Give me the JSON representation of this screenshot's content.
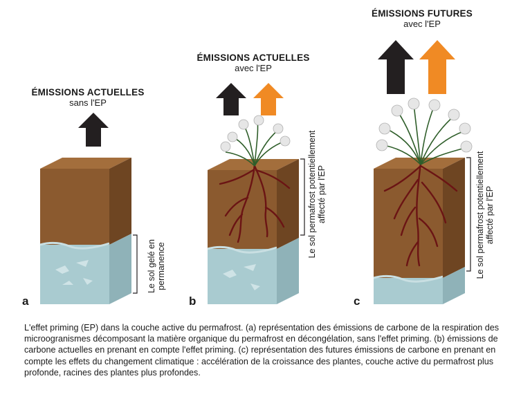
{
  "panels": [
    {
      "letter": "a",
      "heading": {
        "title": "ÉMISSIONS ACTUELLES",
        "subtitle": "sans l'EP"
      },
      "side_label": [
        "Le sol gelé en",
        "permanence"
      ],
      "arrows": [
        "black"
      ]
    },
    {
      "letter": "b",
      "heading": {
        "title": "ÉMISSIONS ACTUELLES",
        "subtitle": "avec l'EP"
      },
      "side_label": [
        "Le sol permafrost potentiellement",
        "affecté par l'EP"
      ],
      "arrows": [
        "black",
        "orange"
      ]
    },
    {
      "letter": "c",
      "heading": {
        "title": "ÉMISSIONS FUTURES",
        "subtitle": "avec l'EP"
      },
      "side_label": [
        "Le sol permafrost potentiellement",
        "affecté par l'EP"
      ],
      "arrows": [
        "black",
        "orange"
      ]
    }
  ],
  "caption": "L'effet priming (EP) dans la couche active du permafrost. (a) représentation des émissions de carbone de la respiration des microogranismes décomposant la matière organique du permafrost en décongélation, sans l'effet priming. (b) émissions de carbone actuelles en prenant en compte l'effet priming. (c) représentation des futures émissions de carbone en prenant en compte les effets du changement climatique : accélération de la croissance des plantes, couche active du permafrost plus profonde, racines des plantes plus profondes.",
  "colors": {
    "soil_front": "#8b5a2f",
    "soil_side": "#6e4522",
    "soil_top": "#9e6a3a",
    "ice_front": "#a9cbd0",
    "ice_side": "#8fb2b8",
    "arrow_black": "#231f20",
    "arrow_orange": "#f08a24",
    "root": "#6b1414",
    "grass": "#2f5e2a",
    "flower": "#e6e6e6"
  }
}
